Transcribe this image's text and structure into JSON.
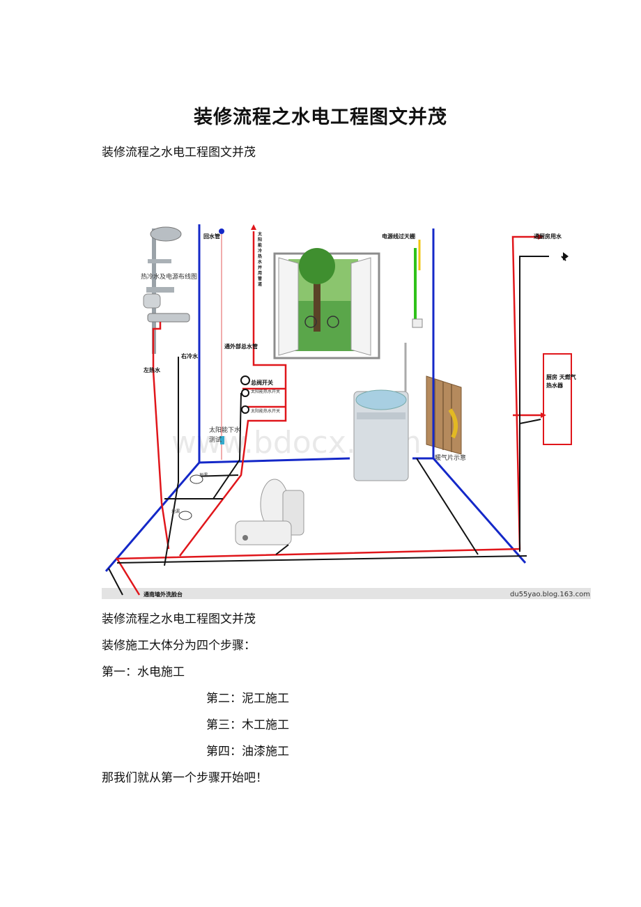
{
  "document": {
    "title": "装修流程之水电工程图文并茂",
    "subtitle": "装修流程之水电工程图文并茂",
    "caption": "装修流程之水电工程图文并茂",
    "intro": "装修施工大体分为四个步骤：",
    "steps": [
      "第一：水电施工",
      "第二：泥工施工",
      "第三：木工施工",
      "第四：油漆施工"
    ],
    "closing": "那我们就从第一个步骤开始吧！"
  },
  "figure": {
    "labels": {
      "hot_cold": "热冷水及电源布线图",
      "return_pipe": "回水管",
      "solar_vertical": [
        "太",
        "阳",
        "能",
        "冷",
        "热",
        "水",
        "并",
        "用",
        "管",
        "道"
      ],
      "power_line": "电源线过天棚",
      "kitchen_water": "通厨房用水",
      "left_hot": "左热水",
      "right_cold": "右冷水",
      "outside_main": "通外部总水管",
      "main_switch": "总阀开关",
      "solar_switch": "太阳能热水开关",
      "solar_hot_switch": "太阳能热水开关",
      "solar_drain": "太阳能下水",
      "test_valve": "测试",
      "floor_drain_1": "地漏",
      "floor_drain_2": "地漏",
      "kitchen_heater_1": "厨房 天燃气",
      "kitchen_heater_2": "热水器",
      "radiator": "暖气片示意",
      "south_basin": "通南墙外洗脸台",
      "source": "du55yao.blog.163.com",
      "watermark": "www.bdocx.com"
    },
    "colors": {
      "hot": "#e0161b",
      "cold": "#1428c8",
      "drain": "#111111",
      "power": "#2fc21a"
    }
  }
}
